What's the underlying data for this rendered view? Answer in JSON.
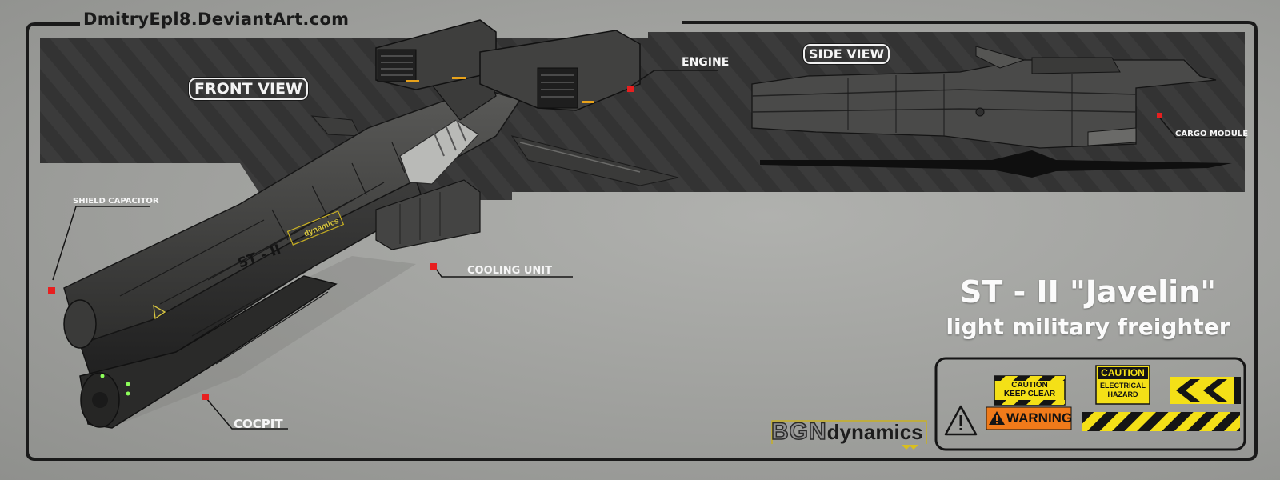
{
  "credit": "DmitryEpl8.DeviantArt.com",
  "views": {
    "front": "FRONT VIEW",
    "side": "SIDE VIEW"
  },
  "callouts": {
    "engine": "ENGINE",
    "shield_capacitor": "SHIELD CAPACITOR",
    "cooling_unit": "COOLING UNIT",
    "cocpit": "COCPIT",
    "cargo_module": "CARGO MODULE"
  },
  "hull_markings": {
    "designation": "ST - II",
    "logo": "dynamics"
  },
  "ship": {
    "name": "ST - II \"Javelin\"",
    "class": "light military freighter"
  },
  "signs": {
    "caution_keep_clear_1": "CAUTION",
    "caution_keep_clear_2": "KEEP CLEAR",
    "caution": "CAUTION",
    "electrical_hazard_1": "ELECTRICAL",
    "electrical_hazard_2": "HAZARD",
    "warning": "WARNING"
  },
  "brand": {
    "prefix": "BGN",
    "suffix": "dynamics"
  },
  "colors": {
    "background": "#a3a4a1",
    "banner": "#3a3a3a",
    "accent_red": "#e81f1f",
    "caution_yellow": "#f4e017",
    "warning_orange": "#f07a1a",
    "label_white": "#f6f6f6"
  }
}
